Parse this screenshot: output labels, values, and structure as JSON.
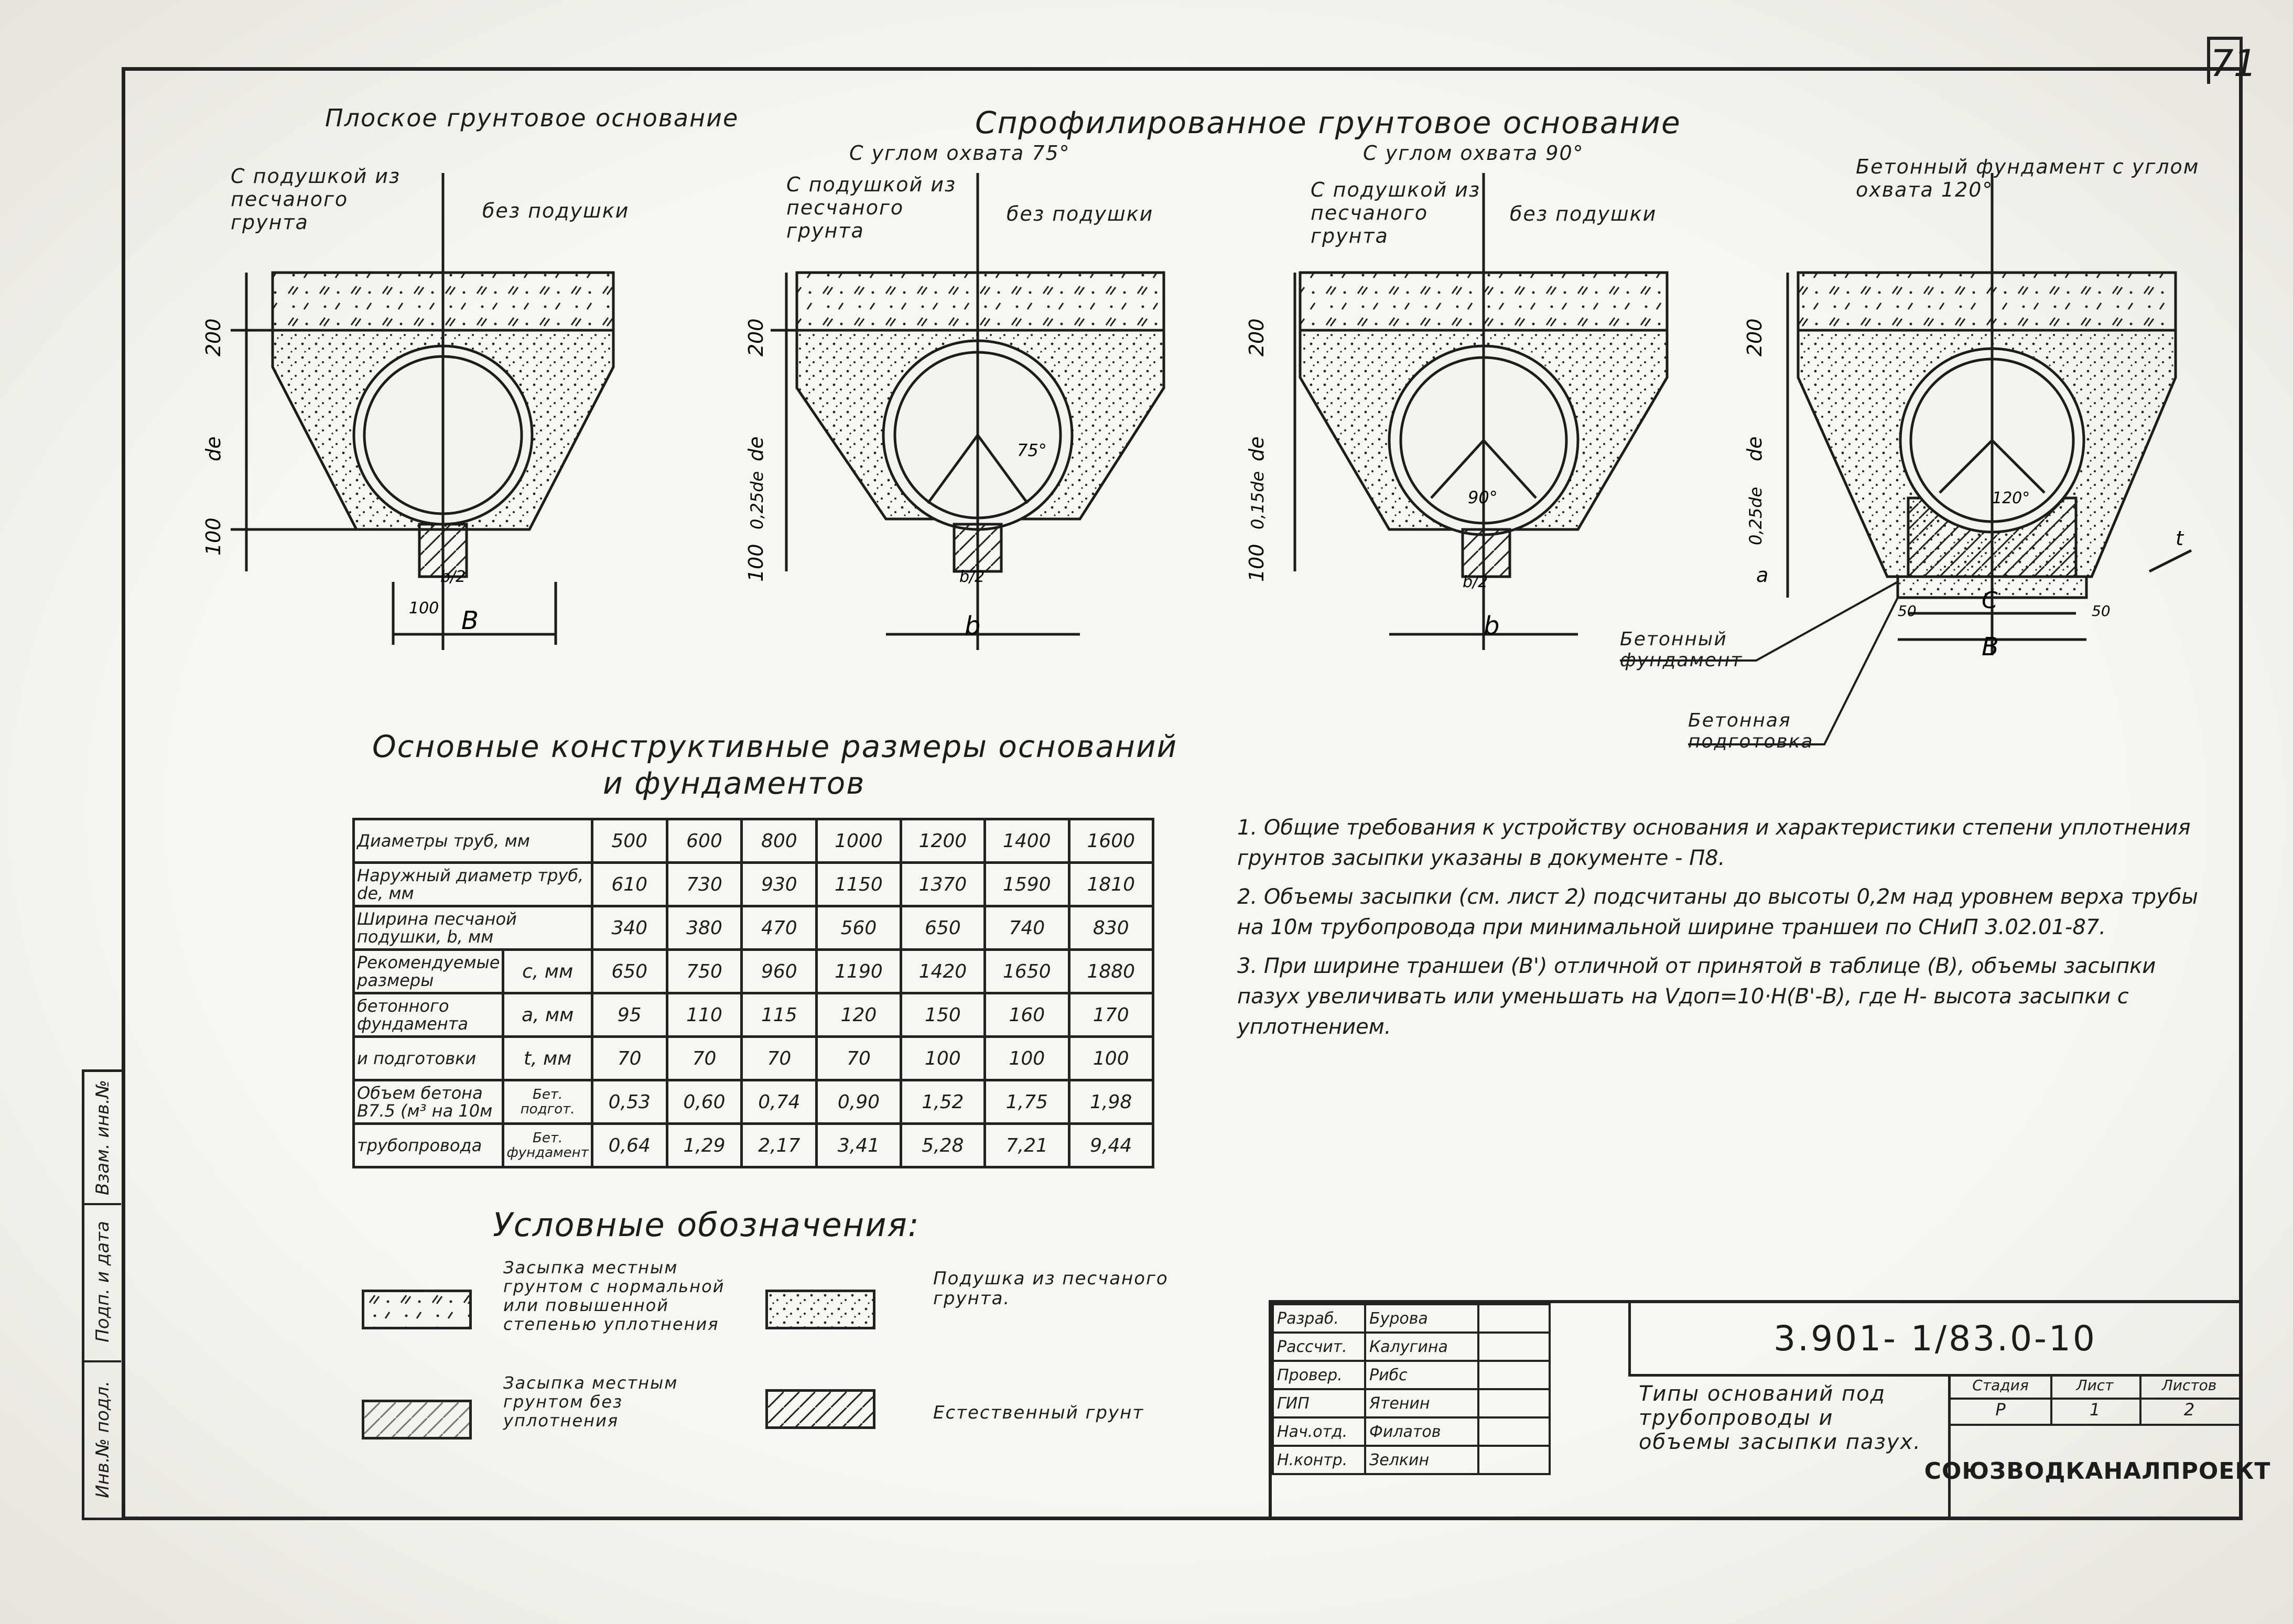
{
  "page_number": "71",
  "headers": {
    "flat_base": "Плоское грунтовое основание",
    "profiled_base": "Спрофилированное грунтовое основание",
    "angle_75": "С углом охвата 75°",
    "angle_90": "С углом охвата 90°",
    "concrete_foundation": "Бетонный фундамент с углом охвата 120°",
    "with_pad": "С подушкой из песчаного грунта",
    "without_pad": "без подушки"
  },
  "drawing_labels": {
    "dim_200": "200",
    "dim_100": "100",
    "dim_de": "de",
    "dim_015de": "0,15de",
    "dim_025de": "0,25de",
    "dim_b": "B",
    "dim_b_lower": "b",
    "dim_b2": "b/2",
    "dim_100b": "100",
    "angle_75": "75°",
    "angle_90": "90°",
    "angle_120": "120°",
    "dim_a": "a",
    "dim_c": "C",
    "dim_t": "t",
    "dim_50": "50",
    "concrete_foundation_label": "Бетонный фундамент",
    "concrete_prep_label": "Бетонная подготовка"
  },
  "table_title_1": "Основные конструктивные размеры оснований",
  "table_title_2": "и фундаментов",
  "table": {
    "header": [
      "Диаметры труб, мм",
      "500",
      "600",
      "800",
      "1000",
      "1200",
      "1400",
      "1600"
    ],
    "rows": [
      {
        "label": "Наружный диаметр труб, de, мм",
        "sub": "",
        "values": [
          "610",
          "730",
          "930",
          "1150",
          "1370",
          "1590",
          "1810"
        ]
      },
      {
        "label": "Ширина песчаной подушки, b, мм",
        "sub": "",
        "values": [
          "340",
          "380",
          "470",
          "560",
          "650",
          "740",
          "830"
        ]
      },
      {
        "label": "Рекомендуемые размеры",
        "sub": "c, мм",
        "values": [
          "650",
          "750",
          "960",
          "1190",
          "1420",
          "1650",
          "1880"
        ]
      },
      {
        "label": "бетонного фундамента",
        "sub": "a, мм",
        "values": [
          "95",
          "110",
          "115",
          "120",
          "150",
          "160",
          "170"
        ]
      },
      {
        "label": "и подготовки",
        "sub": "t, мм",
        "values": [
          "70",
          "70",
          "70",
          "70",
          "100",
          "100",
          "100"
        ]
      },
      {
        "label": "Объем бетона В7.5 (м³ на 10м",
        "sub": "Бет. подгот.",
        "values": [
          "0,53",
          "0,60",
          "0,74",
          "0,90",
          "1,52",
          "1,75",
          "1,98"
        ]
      },
      {
        "label": "трубопровода",
        "sub": "Бет. фундамент",
        "values": [
          "0,64",
          "1,29",
          "2,17",
          "3,41",
          "5,28",
          "7,21",
          "9,44"
        ]
      }
    ]
  },
  "notes": [
    "1. Общие требования к устройству основания и характеристики степени уплотнения грунтов засыпки указаны в документе - П8.",
    "2. Объемы засыпки (см. лист 2) подсчитаны до высоты 0,2м над уровнем верха трубы на 10м трубопровода при минимальной ширине траншеи по СНиП 3.02.01-87.",
    "3. При ширине траншеи (B') отличной от принятой в таблице (B), объемы засыпки пазух увеличивать или уменьшать на Vдоп=10·H(B'-B), где H- высота засыпки с уплотнением."
  ],
  "legend": {
    "title": "Условные обозначения:",
    "items": [
      {
        "desc": "Засыпка местным грунтом с нормальной или повышенной степенью уплотнения"
      },
      {
        "desc": "Подушка из песчаного грунта."
      },
      {
        "desc": "Засыпка местным грунтом без уплотнения"
      },
      {
        "desc": "Естественный грунт"
      }
    ]
  },
  "left_tab": [
    "Инв.№ подл.",
    "Подп. и дата",
    "Взам. инв.№"
  ],
  "title_block": {
    "roles": [
      "Разраб.",
      "Рассчит.",
      "Провер.",
      "ГИП",
      "Нач.отд.",
      "Н.контр."
    ],
    "names": [
      "Бурова",
      "Калугина",
      "Рибс",
      "Ятенин",
      "Филатов",
      "Зелкин"
    ],
    "code": "3.901- 1/83.0-10",
    "title": "Типы оснований под трубопроводы и объемы засыпки пазух.",
    "stage_label": "Стадия",
    "sheet_label": "Лист",
    "sheets_label": "Листов",
    "stage": "Р",
    "sheet": "1",
    "sheets": "2",
    "org": "СОЮЗВОДКАНАЛПРОЕКТ"
  }
}
